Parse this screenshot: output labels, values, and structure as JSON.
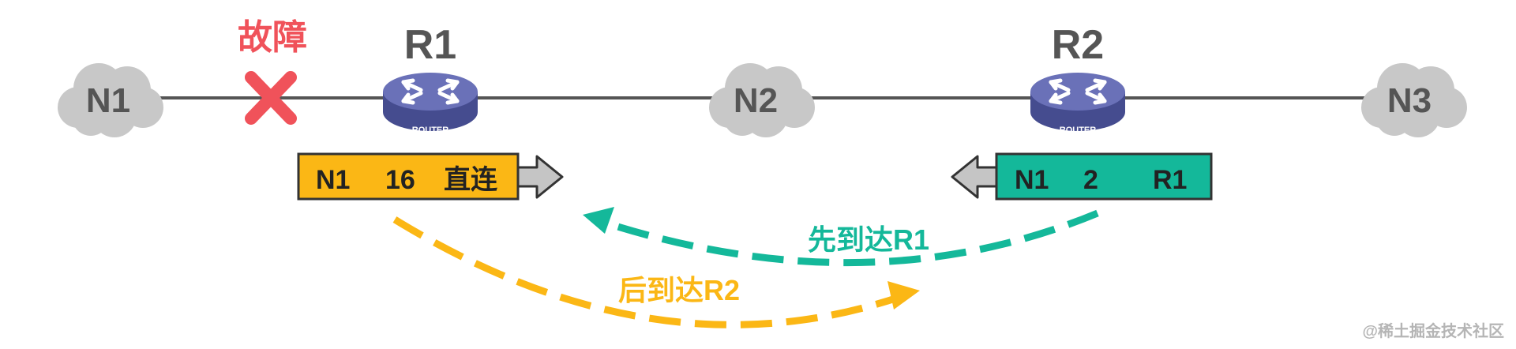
{
  "fault_label": "故障",
  "networks": {
    "n1": "N1",
    "n2": "N2",
    "n3": "N3"
  },
  "routers": {
    "r1": {
      "label": "R1",
      "badge": "ROUTER"
    },
    "r2": {
      "label": "R2",
      "badge": "ROUTER"
    }
  },
  "route_r1": {
    "network": "N1",
    "metric": "16",
    "nexthop": "直连"
  },
  "route_r2": {
    "network": "N1",
    "metric": "2",
    "nexthop": "R1"
  },
  "arrival_first": "先到达R1",
  "arrival_later": "后到达R2",
  "watermark": "@稀土掘金技术社区",
  "colors": {
    "fault": "#f0525a",
    "router_body": "#5b62a8",
    "cloud": "#c8c8c8",
    "route_r1_fill": "#fbb715",
    "route_r2_fill": "#14b89a",
    "arrow_gray": "#c5c5c5",
    "dash_orange": "#fbb715",
    "dash_teal": "#14b89a"
  }
}
